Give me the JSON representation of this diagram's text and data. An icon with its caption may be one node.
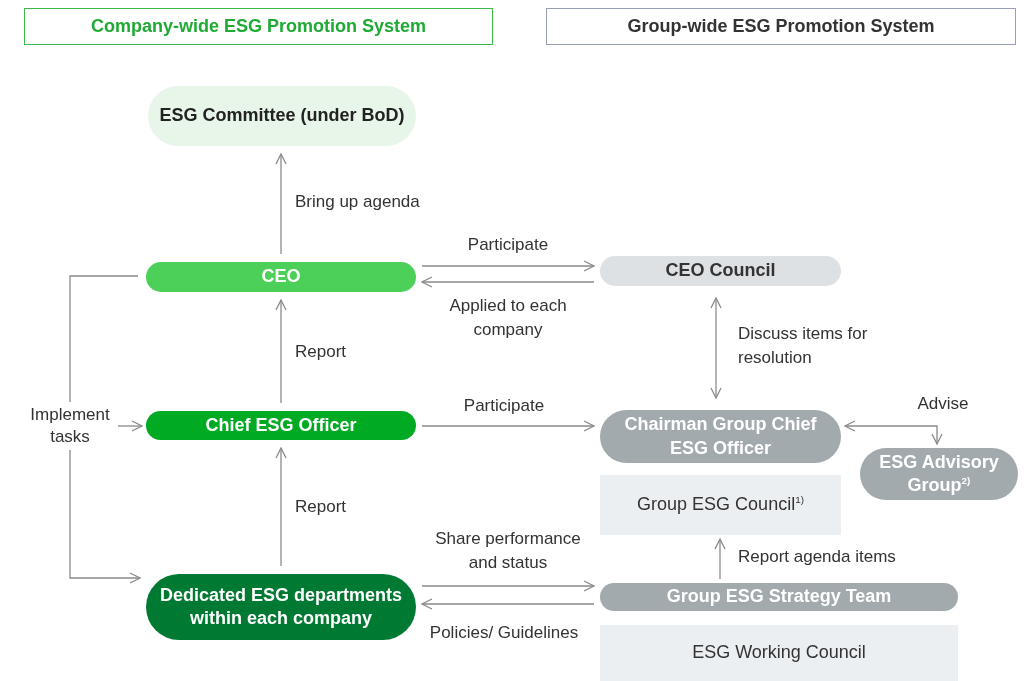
{
  "diagram": {
    "nodes": [
      {
        "text": [
          "Company-wide ESG Promotion System"
        ]
      },
      {
        "text": [
          "Group-wide ESG Promotion System"
        ]
      },
      {
        "text": [
          "ESG Committee (under BoD)"
        ]
      },
      {
        "text": [
          "CEO"
        ]
      },
      {
        "text": [
          "CEO Council"
        ]
      },
      {
        "text": [
          "Implement tasks"
        ]
      },
      {
        "text": [
          "Chief ESG Officer"
        ]
      },
      {
        "text": [
          "Chairman Group Chief ESG Officer"
        ]
      },
      {
        "text": [
          "ESG Advisory Group$^{2)}$"
        ]
      },
      {
        "text": [
          "Group ESG Council$^{1)}$"
        ]
      },
      {
        "text": [
          "Dedicated ESG departments within each company"
        ]
      },
      {
        "text": [
          "Group ESG Strategy Team"
        ]
      },
      {
        "text": [
          "ESG Working Council"
        ]
      }
    ],
    "edges": [
      {
        "from": 3,
        "to": 2,
        "arrow": "to",
        "label": "Bring up agenda"
      },
      {
        "from": 3,
        "to": 4,
        "arrow": "to",
        "label": "Participate"
      },
      {
        "from": 4,
        "to": 3,
        "arrow": "to",
        "label": "Applied to each company"
      },
      {
        "from": 4,
        "to": 7,
        "arrow": "both",
        "label": "Discuss items for resolution"
      },
      {
        "from": 6,
        "to": 3,
        "arrow": "to",
        "label": "Report"
      },
      {
        "from": 10,
        "to": 6,
        "arrow": "to",
        "label": "Report"
      },
      {
        "from": 3,
        "to": 5,
        "arrow": "none"
      },
      {
        "from": 5,
        "to": 6,
        "arrow": "to"
      },
      {
        "from": 5,
        "to": 10,
        "arrow": "to"
      },
      {
        "from": 6,
        "to": 7,
        "arrow": "to",
        "label": "Participate"
      },
      {
        "from": 7,
        "to": 8,
        "arrow": "both",
        "label": "Advise"
      },
      {
        "from": 11,
        "to": 9,
        "arrow": "to",
        "label": "Report agenda items"
      },
      {
        "from": 10,
        "to": 11,
        "arrow": "to",
        "label": "Share performance and status"
      },
      {
        "from": 11,
        "to": 10,
        "arrow": "to",
        "label": "Policies/ Guidelines"
      }
    ]
  }
}
